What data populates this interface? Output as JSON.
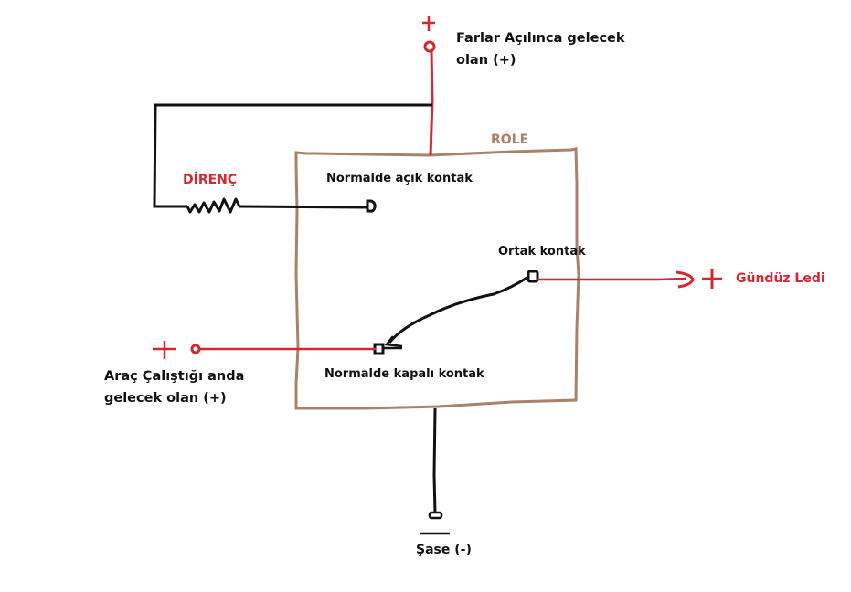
{
  "colors": {
    "wire_red": "#d6262e",
    "wire_black": "#111111",
    "relay_outline": "#a8826a"
  },
  "labels": {
    "relay": "RÖLE",
    "resistor": "DİRENÇ",
    "no_contact": "Normalde açık kontak",
    "common_contact": "Ortak kontak",
    "nc_contact": "Normalde kapalı kontak",
    "headlight_input_line1": "Farlar Açılınca gelecek",
    "headlight_input_line2": "olan (+)",
    "ignition_input_line1": "Araç Çalıştığı anda",
    "ignition_input_line2": "gelecek olan (+)",
    "output": "Gündüz Ledi",
    "ground": "Şase  (-)",
    "plus_sign": "+"
  },
  "icons": {
    "plus": "plus-icon",
    "terminal": "terminal-icon",
    "resistor": "resistor-zigzag-icon",
    "arrow": "arrow-right-icon",
    "ground": "ground-icon"
  }
}
